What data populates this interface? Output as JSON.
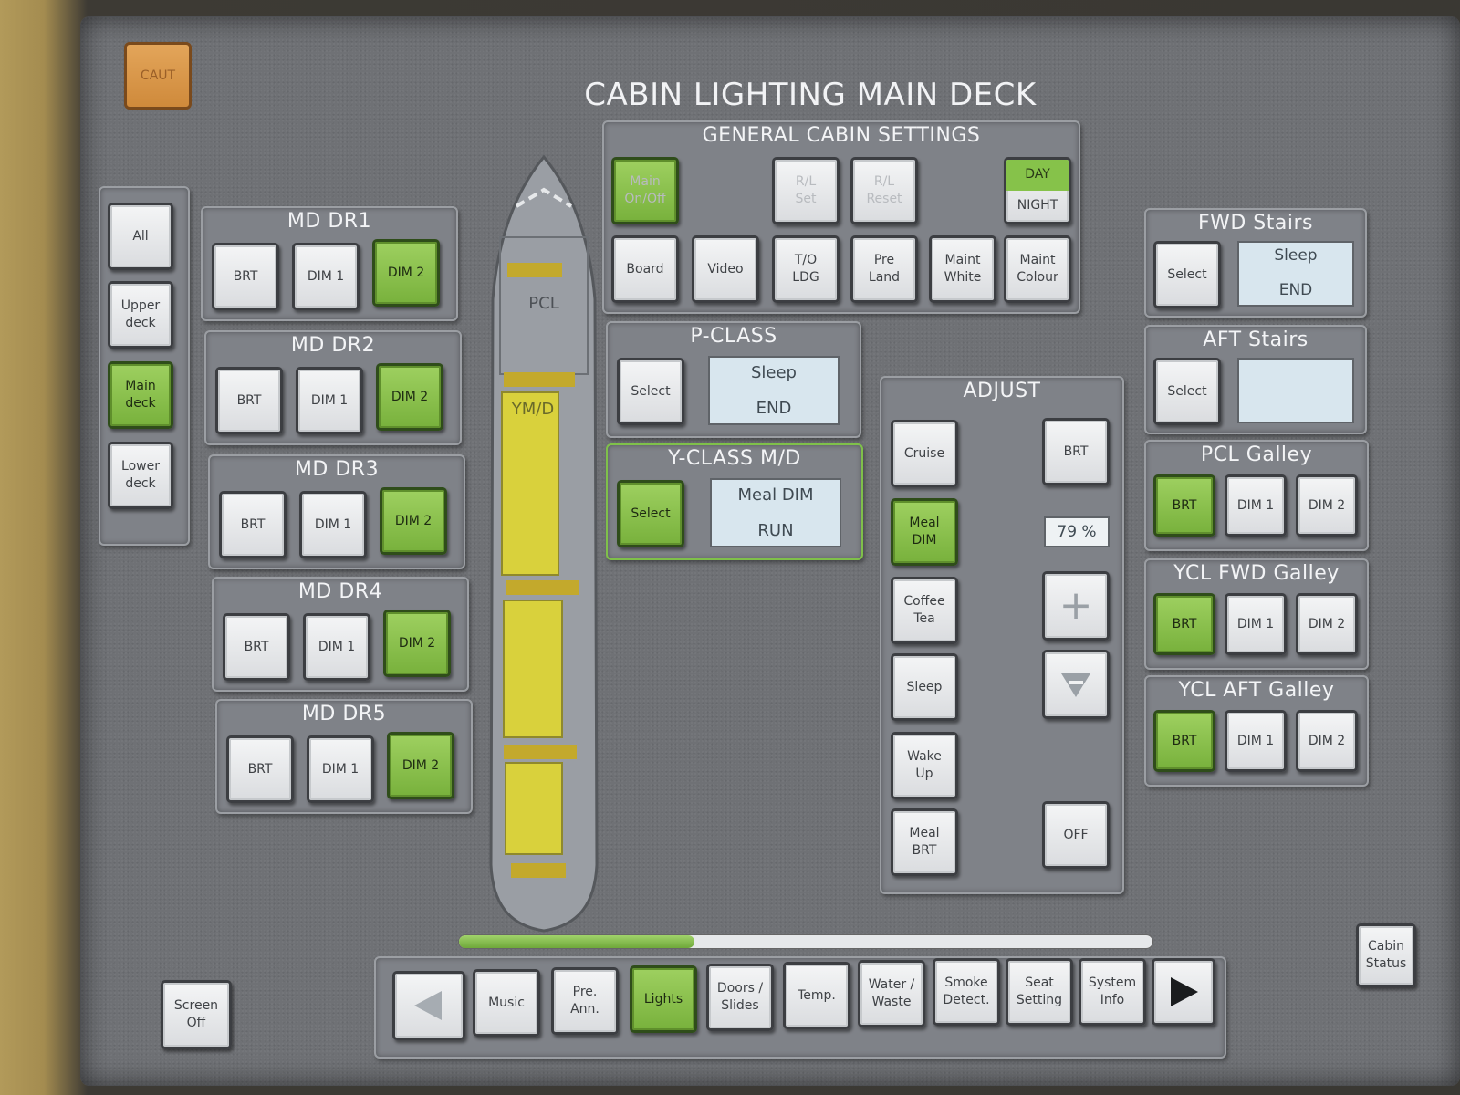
{
  "title": "CABIN LIGHTING MAIN DECK",
  "caut_label": "CAUT",
  "deck_selector": [
    {
      "label": "All",
      "active": false
    },
    {
      "label": "Upper\ndeck",
      "active": false
    },
    {
      "label": "Main\ndeck",
      "active": true
    },
    {
      "label": "Lower\ndeck",
      "active": false
    }
  ],
  "doors": [
    {
      "title": "MD DR1",
      "buttons": [
        {
          "label": "BRT",
          "active": false
        },
        {
          "label": "DIM 1",
          "active": false
        },
        {
          "label": "DIM 2",
          "active": true
        }
      ]
    },
    {
      "title": "MD DR2",
      "buttons": [
        {
          "label": "BRT",
          "active": false
        },
        {
          "label": "DIM 1",
          "active": false
        },
        {
          "label": "DIM 2",
          "active": true
        }
      ]
    },
    {
      "title": "MD DR3",
      "buttons": [
        {
          "label": "BRT",
          "active": false
        },
        {
          "label": "DIM 1",
          "active": false
        },
        {
          "label": "DIM 2",
          "active": true
        }
      ]
    },
    {
      "title": "MD DR4",
      "buttons": [
        {
          "label": "BRT",
          "active": false
        },
        {
          "label": "DIM 1",
          "active": false
        },
        {
          "label": "DIM 2",
          "active": true
        }
      ]
    },
    {
      "title": "MD DR5",
      "buttons": [
        {
          "label": "BRT",
          "active": false
        },
        {
          "label": "DIM 1",
          "active": false
        },
        {
          "label": "DIM 2",
          "active": true
        }
      ]
    }
  ],
  "aircraft": {
    "zone_pcl": "PCL",
    "zone_ym": "YM/D"
  },
  "general": {
    "title": "GENERAL CABIN SETTINGS",
    "main_on_off": "Main\nOn/Off",
    "rl_set": "R/L\nSet",
    "rl_reset": "R/L\nReset",
    "day": "DAY",
    "night": "NIGHT",
    "row2": [
      "Board",
      "Video",
      "T/O\nLDG",
      "Pre\nLand",
      "Maint\nWhite",
      "Maint\nColour"
    ]
  },
  "p_class": {
    "title": "P-CLASS",
    "select": "Select",
    "line1": "Sleep",
    "line2": "END"
  },
  "y_class": {
    "title": "Y-CLASS M/D",
    "select": "Select",
    "line1": "Meal DIM",
    "line2": "RUN"
  },
  "adjust": {
    "title": "ADJUST",
    "scenes": [
      {
        "label": "Cruise",
        "active": false
      },
      {
        "label": "Meal\nDIM",
        "active": true
      },
      {
        "label": "Coffee\nTea",
        "active": false
      },
      {
        "label": "Sleep",
        "active": false
      },
      {
        "label": "Wake\nUp",
        "active": false
      },
      {
        "label": "Meal\nBRT",
        "active": false
      }
    ],
    "brt": "BRT",
    "percent": "79 %",
    "plus": "+",
    "minus": "−",
    "off": "OFF"
  },
  "fwd_stairs": {
    "title": "FWD Stairs",
    "select": "Select",
    "line1": "Sleep",
    "line2": "END"
  },
  "aft_stairs": {
    "title": "AFT Stairs",
    "select": "Select",
    "line1": "",
    "line2": ""
  },
  "galleys": [
    {
      "title": "PCL Galley",
      "buttons": [
        {
          "label": "BRT",
          "active": true
        },
        {
          "label": "DIM 1",
          "active": false
        },
        {
          "label": "DIM 2",
          "active": false
        }
      ]
    },
    {
      "title": "YCL FWD Galley",
      "buttons": [
        {
          "label": "BRT",
          "active": true
        },
        {
          "label": "DIM 1",
          "active": false
        },
        {
          "label": "DIM 2",
          "active": false
        }
      ]
    },
    {
      "title": "YCL AFT Galley",
      "buttons": [
        {
          "label": "BRT",
          "active": true
        },
        {
          "label": "DIM 1",
          "active": false
        },
        {
          "label": "DIM 2",
          "active": false
        }
      ]
    }
  ],
  "nav": {
    "progress": 0.34,
    "items": [
      {
        "label": "Music",
        "active": false
      },
      {
        "label": "Pre.\nAnn.",
        "active": false
      },
      {
        "label": "Lights",
        "active": true
      },
      {
        "label": "Doors /\nSlides",
        "active": false
      },
      {
        "label": "Temp.",
        "active": false
      },
      {
        "label": "Water /\nWaste",
        "active": false
      },
      {
        "label": "Smoke\nDetect.",
        "active": false
      },
      {
        "label": "Seat\nSetting",
        "active": false
      },
      {
        "label": "System\nInfo",
        "active": false
      }
    ]
  },
  "screen_off": "Screen\nOff",
  "cabin_status": "Cabin\nStatus"
}
